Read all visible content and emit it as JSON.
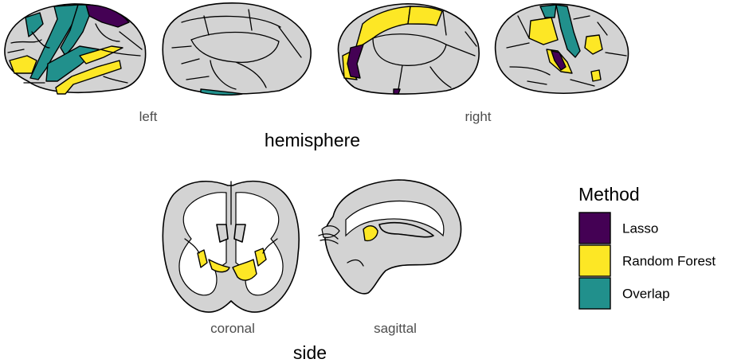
{
  "panels": {
    "hemisphere": {
      "facet_title": "hemisphere",
      "sub_labels": [
        "left",
        "right"
      ]
    },
    "side": {
      "facet_title": "side",
      "sub_labels": [
        "coronal",
        "sagittal"
      ]
    }
  },
  "legend": {
    "title": "Method",
    "items": [
      {
        "label": "Lasso",
        "color": "#440154"
      },
      {
        "label": "Random Forest",
        "color": "#FDE725"
      },
      {
        "label": "Overlap",
        "color": "#21908C"
      }
    ]
  },
  "colors": {
    "region_default": "#d3d3d3",
    "white_matter": "#ffffff",
    "outline": "#000000",
    "text": "#4d4d4d",
    "title_text": "#000000"
  }
}
